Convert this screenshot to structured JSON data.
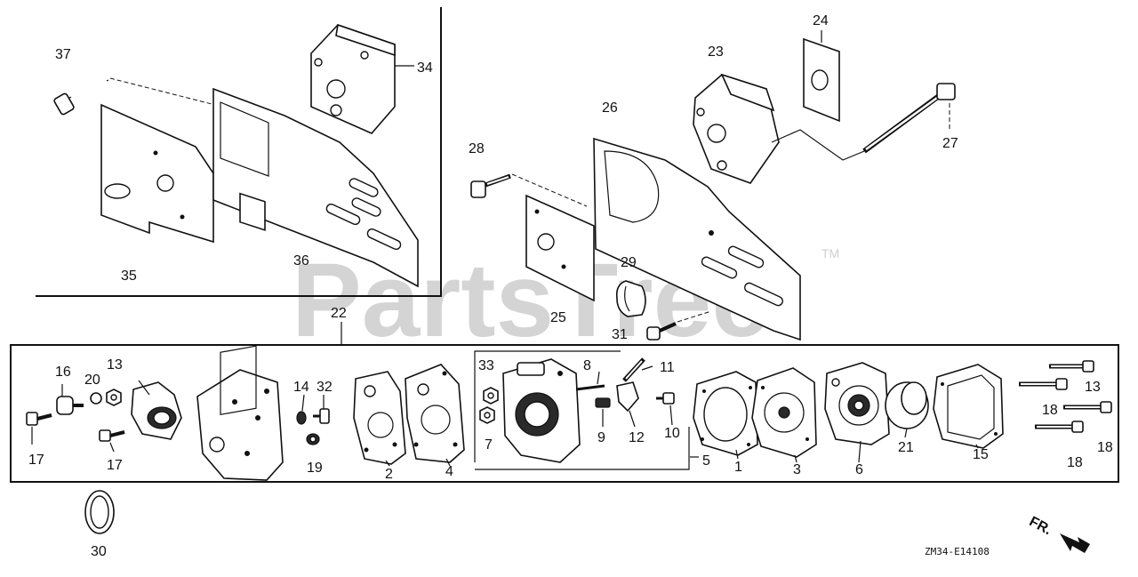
{
  "watermark": {
    "text": "PartsTree",
    "trademark": "TM"
  },
  "diagram_code": "ZM34-E14108",
  "front_indicator": "FR.",
  "callouts": {
    "c1": "1",
    "c2": "2",
    "c3": "3",
    "c4": "4",
    "c5": "5",
    "c6": "6",
    "c7": "7",
    "c8": "8",
    "c9": "9",
    "c10": "10",
    "c11": "11",
    "c12": "12",
    "c13a": "13",
    "c13b": "13",
    "c14": "14",
    "c15": "15",
    "c16": "16",
    "c17a": "17",
    "c17b": "17",
    "c18a": "18",
    "c18b": "18",
    "c18c": "18",
    "c19": "19",
    "c20": "20",
    "c21": "21",
    "c22": "22",
    "c23": "23",
    "c24": "24",
    "c25": "25",
    "c26": "26",
    "c27": "27",
    "c28": "28",
    "c29": "29",
    "c30": "30",
    "c31": "31",
    "c32": "32",
    "c33": "33",
    "c34": "34",
    "c35": "35",
    "c36": "36",
    "c37": "37"
  }
}
